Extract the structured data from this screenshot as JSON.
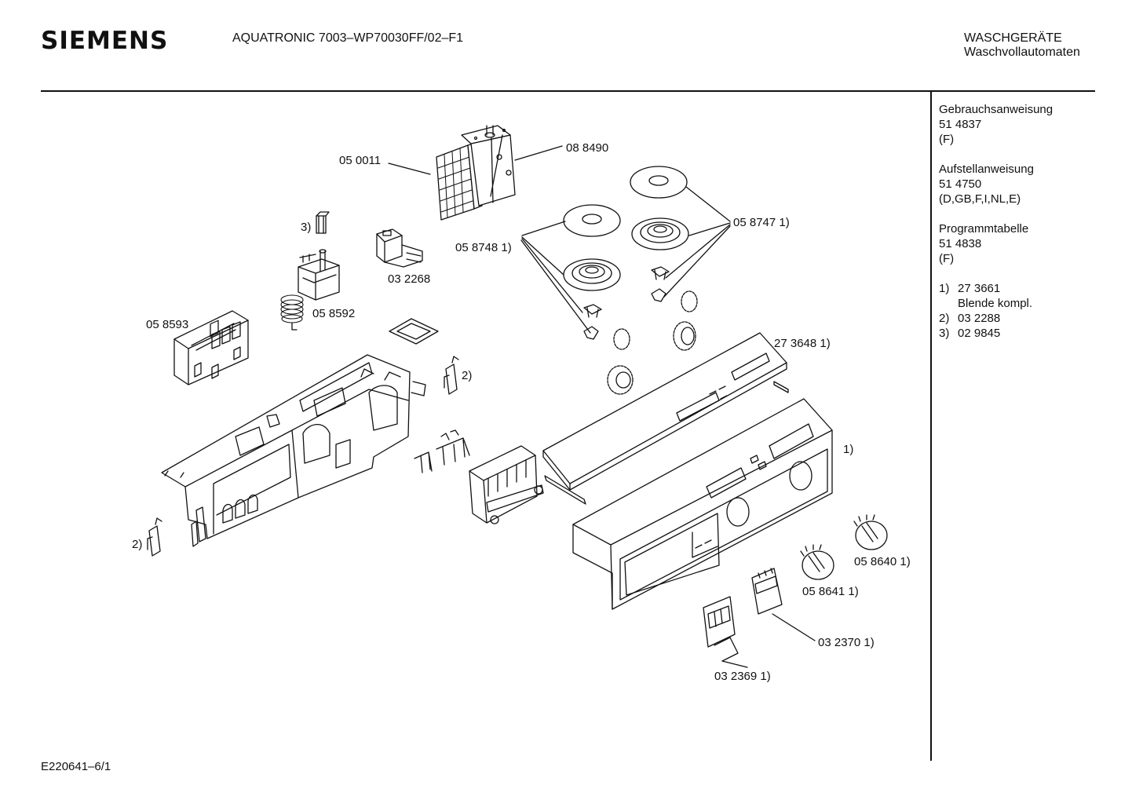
{
  "header": {
    "brand": "SIEMENS",
    "model": "AQUATRONIC 7003–WP70030FF/02–F1",
    "category_line1": "WASCHGERÄTE",
    "category_line2": "Waschvollautomaten"
  },
  "sidebar": {
    "groups": [
      {
        "title": "Gebrauchsanweisung",
        "number": "51 4837",
        "languages": "(F)"
      },
      {
        "title": "Aufstellanweisung",
        "number": "51 4750",
        "languages": "(D,GB,F,I,NL,E)"
      },
      {
        "title": "Programmtabelle",
        "number": "51 4838",
        "languages": "(F)"
      }
    ],
    "footnotes": [
      {
        "marker": "1)",
        "number": "27 3661",
        "text": "Blende kompl."
      },
      {
        "marker": "2)",
        "number": "03 2288"
      },
      {
        "marker": "3)",
        "number": "02 9845"
      }
    ]
  },
  "parts": [
    {
      "label": "05 0011"
    },
    {
      "label": "08 8490"
    },
    {
      "label": "3)"
    },
    {
      "label": "03 2268"
    },
    {
      "label": "05 8748 1)"
    },
    {
      "label": "05 8747 1)"
    },
    {
      "label": "05 8593"
    },
    {
      "label": "05 8592"
    },
    {
      "label": "27 3648 1)"
    },
    {
      "label": "2)"
    },
    {
      "label": "1)"
    },
    {
      "label": "2)"
    },
    {
      "label": "05 8640 1)"
    },
    {
      "label": "05 8641 1)"
    },
    {
      "label": "03 2370 1)"
    },
    {
      "label": "03 2369 1)"
    }
  ],
  "footer": {
    "drawing_id": "E220641–6/1"
  }
}
